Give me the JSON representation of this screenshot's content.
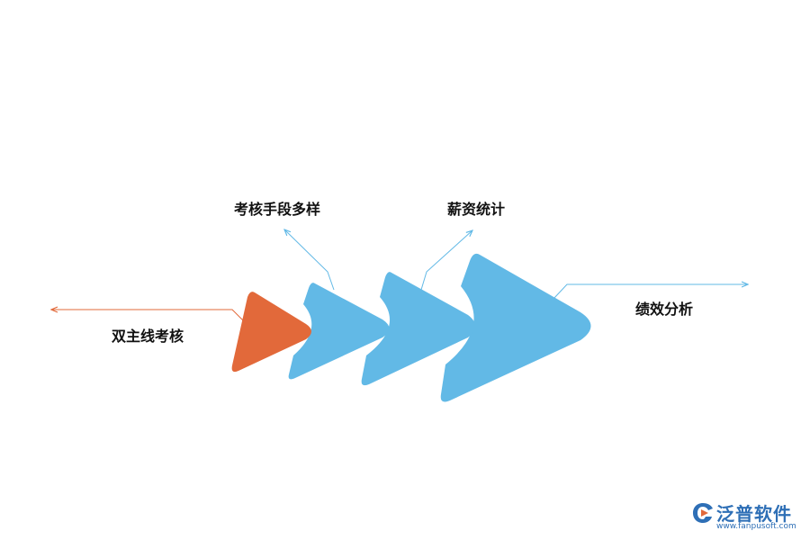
{
  "diagram": {
    "stages": [
      {
        "label": "双主线考核",
        "color": "#e2693a"
      },
      {
        "label": "考核手段多样",
        "color": "#62b9e6"
      },
      {
        "label": "薪资统计",
        "color": "#62b9e6"
      },
      {
        "label": "绩效分析",
        "color": "#62b9e6"
      }
    ],
    "connector_colors": {
      "orange": "#e2693a",
      "blue": "#62b9e6"
    }
  },
  "logo": {
    "name": "泛普软件",
    "url": "www.fanpusoft.com",
    "color": "#2e6fb6",
    "icon": "fanpu-logo-icon"
  }
}
